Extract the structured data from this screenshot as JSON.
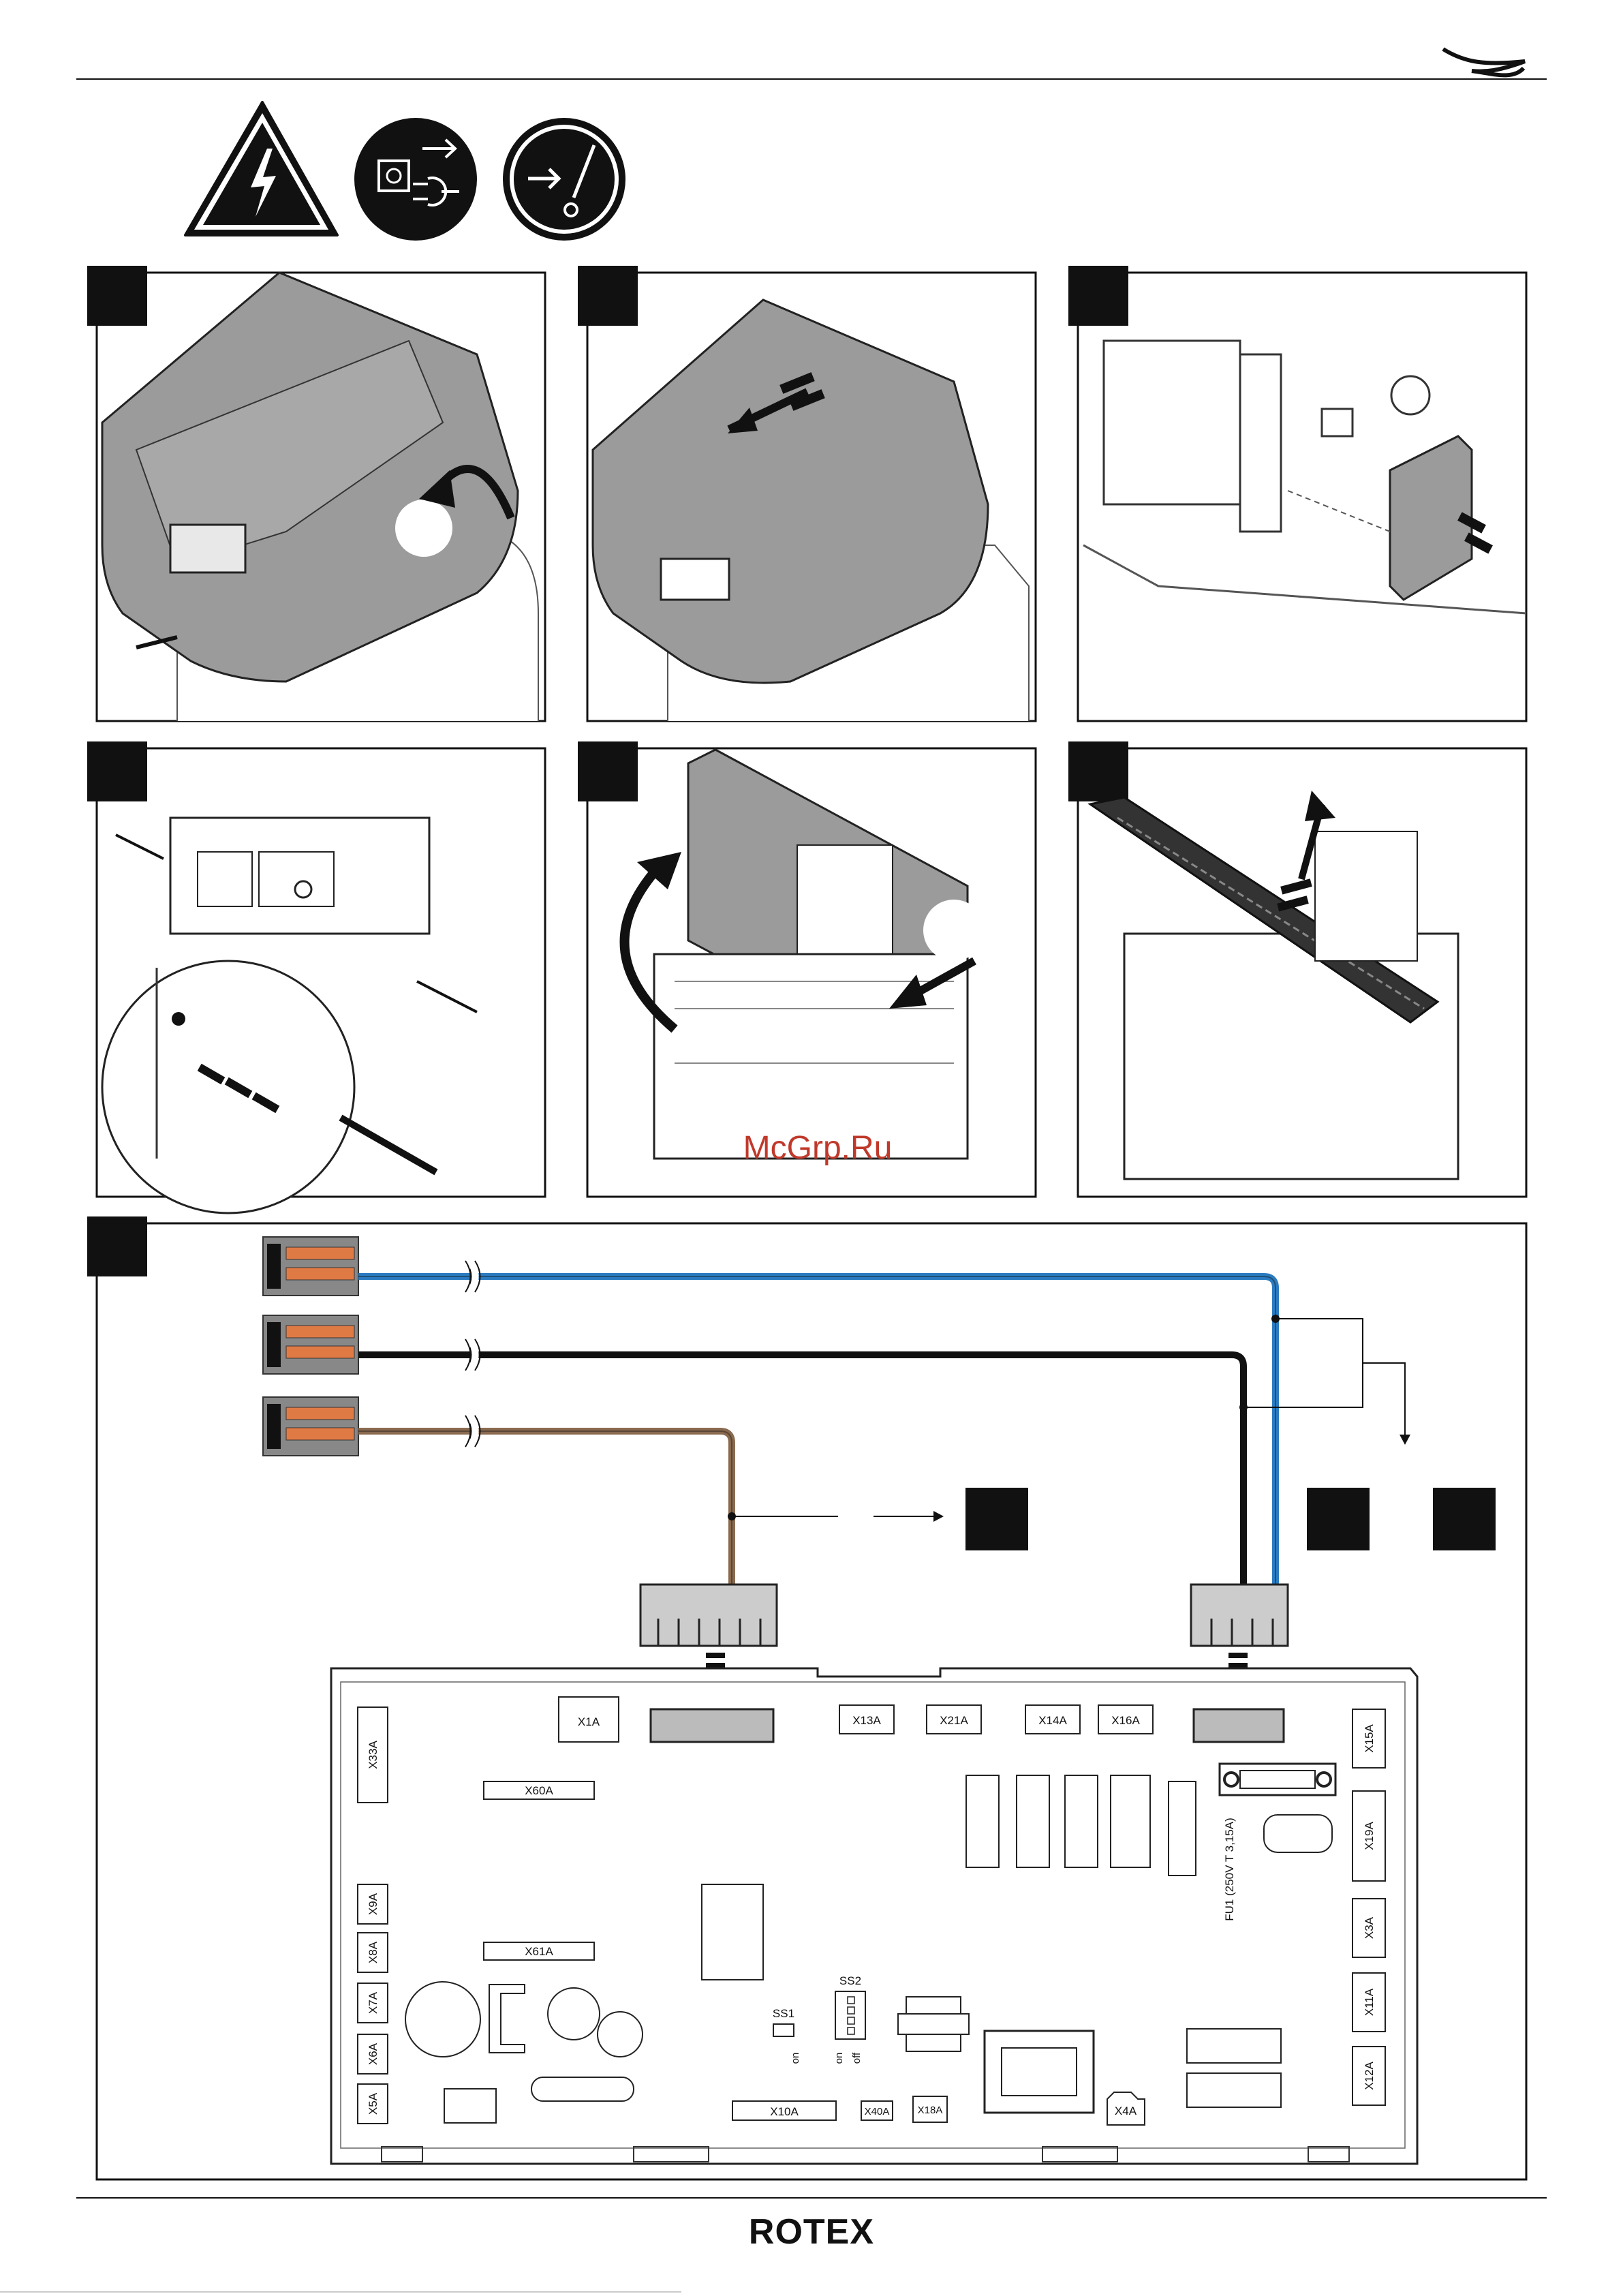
{
  "header": {
    "logo_icon": "pliers-logo-icon"
  },
  "warning_icons": [
    "electric-shock-warning-icon",
    "unplug-power-icon",
    "switch-off-icon"
  ],
  "steps": [
    "",
    "",
    "",
    "",
    "",
    "",
    ""
  ],
  "watermark": "McGrp.Ru",
  "board": {
    "connectors_top": [
      "X1A",
      "X13A",
      "X21A",
      "X14A",
      "X16A"
    ],
    "connectors_left": [
      "X33A",
      "X9A",
      "X8A",
      "X7A",
      "X6A",
      "X5A"
    ],
    "connectors_right": [
      "X15A",
      "X19A",
      "X3A",
      "X11A",
      "X12A"
    ],
    "x60a": "X60A",
    "x61a": "X61A",
    "fuse": "FU1 (250V T 3,15A)",
    "ss1": "SS1",
    "ss2": "SS2",
    "on": "on",
    "off": "off",
    "bottom": [
      "X10A",
      "X40A",
      "X18A",
      "X4A"
    ]
  },
  "wires": [
    {
      "color": "#2b7bc0"
    },
    {
      "color": "#111111"
    },
    {
      "color": "#8a6a4f"
    }
  ],
  "footer": {
    "brand": "ROTEX"
  }
}
